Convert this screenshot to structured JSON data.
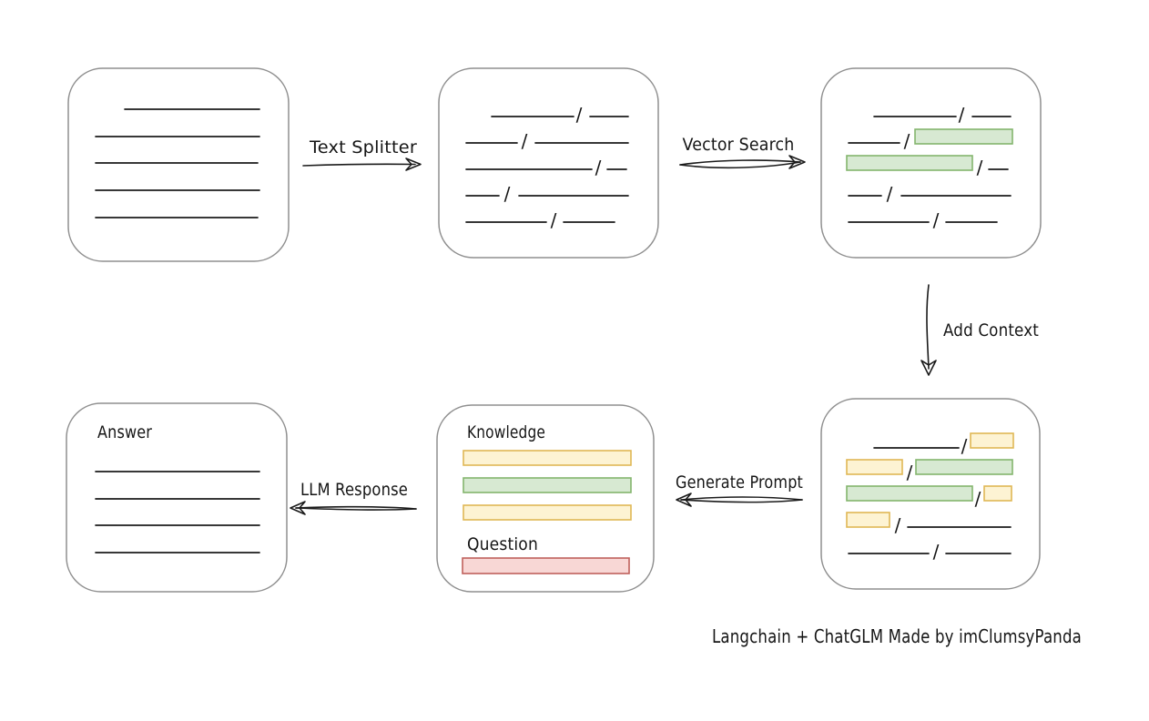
{
  "caption": "Langchain + ChatGLM Made by imClumsyPanda",
  "glyphs": {
    "slash": "/"
  },
  "labels": {
    "text_splitter": "Text Splitter",
    "vector_search": "Vector Search",
    "add_context": "Add Context",
    "generate_prompt": "Generate Prompt",
    "llm_response": "LLM Response"
  },
  "nodes": {
    "prompt": {
      "knowledge_title": "Knowledge",
      "question_title": "Question"
    },
    "answer": {
      "title": "Answer"
    }
  },
  "colors": {
    "background": "#ffffff",
    "box_border": "#8f8f8f",
    "ink": "#1b1b1b",
    "green_fill": "#d7e9d2",
    "green_border": "#83b56d",
    "yellow_fill": "#fdf3d3",
    "yellow_border": "#dfb755",
    "red_fill": "#f8d7d5",
    "red_border": "#c0605c"
  },
  "flow_edges": [
    {
      "from": "source-document",
      "to": "split-chunks",
      "label": "Text Splitter"
    },
    {
      "from": "split-chunks",
      "to": "matched-chunks",
      "label": "Vector Search"
    },
    {
      "from": "matched-chunks",
      "to": "context-chunks",
      "label": "Add Context"
    },
    {
      "from": "context-chunks",
      "to": "prompt",
      "label": "Generate Prompt"
    },
    {
      "from": "prompt",
      "to": "answer",
      "label": "LLM Response"
    }
  ]
}
